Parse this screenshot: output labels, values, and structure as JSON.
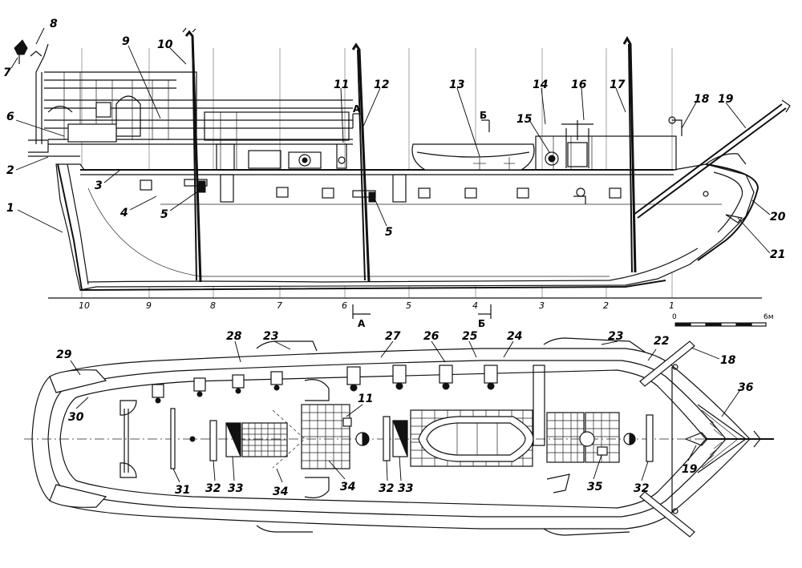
{
  "callouts": {
    "profile": [
      "1",
      "2",
      "3",
      "4",
      "5",
      "6",
      "7",
      "8",
      "9",
      "10",
      "11",
      "12",
      "13",
      "14",
      "15",
      "16",
      "17",
      "18",
      "19",
      "20",
      "21",
      "5"
    ],
    "plan": [
      "22",
      "23",
      "24",
      "25",
      "26",
      "27",
      "28",
      "29",
      "30",
      "31",
      "32",
      "33",
      "34",
      "34",
      "32",
      "33",
      "35",
      "32",
      "36",
      "19",
      "18",
      "23",
      "11"
    ]
  },
  "frames": [
    "10",
    "9",
    "8",
    "7",
    "6",
    "5",
    "4",
    "3",
    "2",
    "1"
  ],
  "section_marks": {
    "a": "А",
    "b": "Б"
  },
  "scale": {
    "start": "0",
    "end": "6м"
  }
}
